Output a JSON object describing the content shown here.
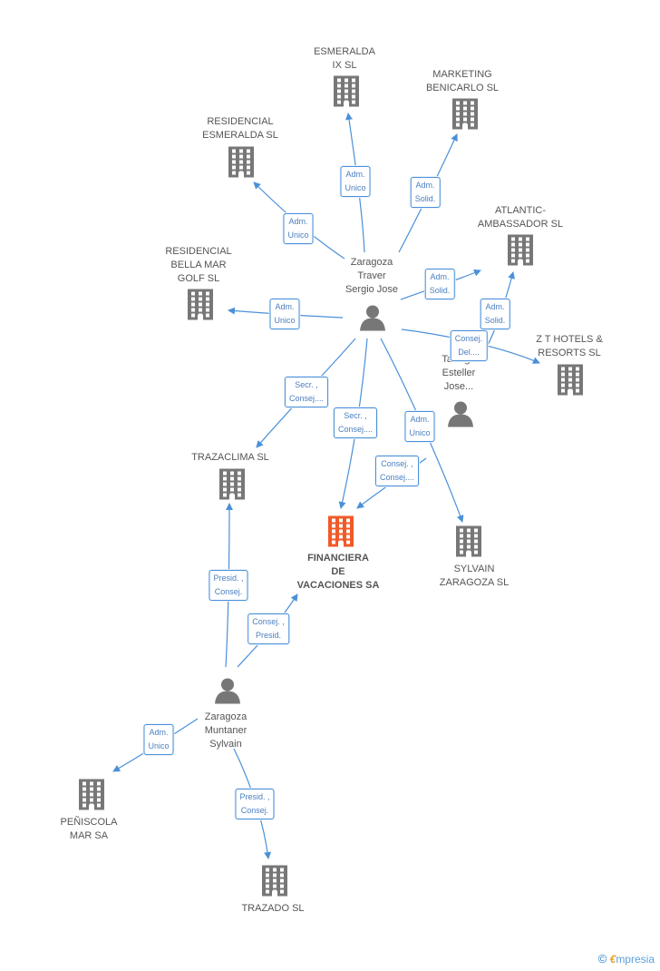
{
  "colors": {
    "edge": "#4a90d9",
    "building": "#777777",
    "main_building": "#f05a28",
    "person": "#777777"
  },
  "companies": [
    {
      "id": "esmeralda",
      "lines": [
        "ESMERALDA",
        "IX SL"
      ],
      "icon": "building-icon"
    },
    {
      "id": "marketing",
      "lines": [
        "MARKETING",
        "BENICARLO SL"
      ],
      "icon": "building-icon"
    },
    {
      "id": "res_esmeralda",
      "lines": [
        "RESIDENCIAL",
        "ESMERALDA SL"
      ],
      "icon": "building-icon"
    },
    {
      "id": "atlantic",
      "lines": [
        "ATLANTIC-",
        "AMBASSADOR SL"
      ],
      "icon": "building-icon"
    },
    {
      "id": "res_bella",
      "lines": [
        "RESIDENCIAL",
        "BELLA MAR",
        "GOLF SL"
      ],
      "icon": "building-icon"
    },
    {
      "id": "zt",
      "lines": [
        "Z T HOTELS &",
        "RESORTS  SL"
      ],
      "icon": "building-icon"
    },
    {
      "id": "trazaclima",
      "lines": [
        "TRAZACLIMA SL"
      ],
      "icon": "building-icon"
    },
    {
      "id": "financiera",
      "lines": [
        "FINANCIERA",
        "DE",
        "VACACIONES SA"
      ],
      "icon": "building-icon",
      "main": true
    },
    {
      "id": "sylvain_sl",
      "lines": [
        "SYLVAIN",
        "ZARAGOZA SL"
      ],
      "icon": "building-icon"
    },
    {
      "id": "peniscola",
      "lines": [
        "PEÑISCOLA",
        "MAR SA"
      ],
      "icon": "building-icon"
    },
    {
      "id": "trazado",
      "lines": [
        "TRAZADO SL"
      ],
      "icon": "building-icon"
    }
  ],
  "persons": [
    {
      "id": "sergio",
      "lines": [
        "Zaragoza",
        "Traver",
        "Sergio Jose"
      ],
      "icon": "person-icon"
    },
    {
      "id": "tarrega",
      "lines": [
        "Tarrega",
        "Esteller",
        "Jose..."
      ],
      "icon": "person-icon"
    },
    {
      "id": "muntaner",
      "lines": [
        "Zaragoza",
        "Muntaner",
        "Sylvain"
      ],
      "icon": "person-icon"
    }
  ],
  "edge_labels": [
    {
      "id": "e1",
      "lines": [
        "Adm.",
        "Unico"
      ]
    },
    {
      "id": "e2",
      "lines": [
        "Adm.",
        "Solid."
      ]
    },
    {
      "id": "e3",
      "lines": [
        "Adm.",
        "Unico"
      ]
    },
    {
      "id": "e4",
      "lines": [
        "Adm.",
        "Solid."
      ]
    },
    {
      "id": "e5",
      "lines": [
        "Adm.",
        "Unico"
      ]
    },
    {
      "id": "e6",
      "lines": [
        "Adm.",
        "Solid."
      ]
    },
    {
      "id": "e7",
      "lines": [
        "Consej.",
        "Del...."
      ]
    },
    {
      "id": "e8",
      "lines": [
        "Secr. ,",
        "Consej...."
      ]
    },
    {
      "id": "e9",
      "lines": [
        "Secr. ,",
        "Consej...."
      ]
    },
    {
      "id": "e10",
      "lines": [
        "Adm.",
        "Unico"
      ]
    },
    {
      "id": "e11",
      "lines": [
        "Consej. ,",
        "Consej...."
      ]
    },
    {
      "id": "e12",
      "lines": [
        "Presid. ,",
        "Consej."
      ]
    },
    {
      "id": "e13",
      "lines": [
        "Consej. ,",
        "Presid."
      ]
    },
    {
      "id": "e14",
      "lines": [
        "Adm.",
        "Unico"
      ]
    },
    {
      "id": "e15",
      "lines": [
        "Presid. ,",
        "Consej."
      ]
    }
  ],
  "brand": {
    "copyright": "©",
    "initial": "€",
    "name": "mpresia"
  }
}
